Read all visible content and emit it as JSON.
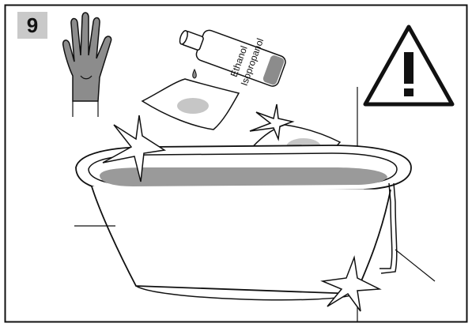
{
  "step": {
    "number": "9"
  },
  "bottle": {
    "label_line1": "Ethanol",
    "label_line2": "Isopropanol"
  },
  "warning": {
    "glyph": "!"
  },
  "icons": {
    "glove": "glove-icon",
    "warning": "warning-triangle-icon",
    "bottle": "solvent-bottle-icon",
    "cloth": "cleaning-cloth-icon",
    "sparkle": "sparkle-icon",
    "bathtub": "bathtub-icon"
  },
  "colors": {
    "line": "#111111",
    "fill_gray": "#8c8c8c",
    "light_gray": "#d6d6d6",
    "water": "#9a9a9a"
  }
}
